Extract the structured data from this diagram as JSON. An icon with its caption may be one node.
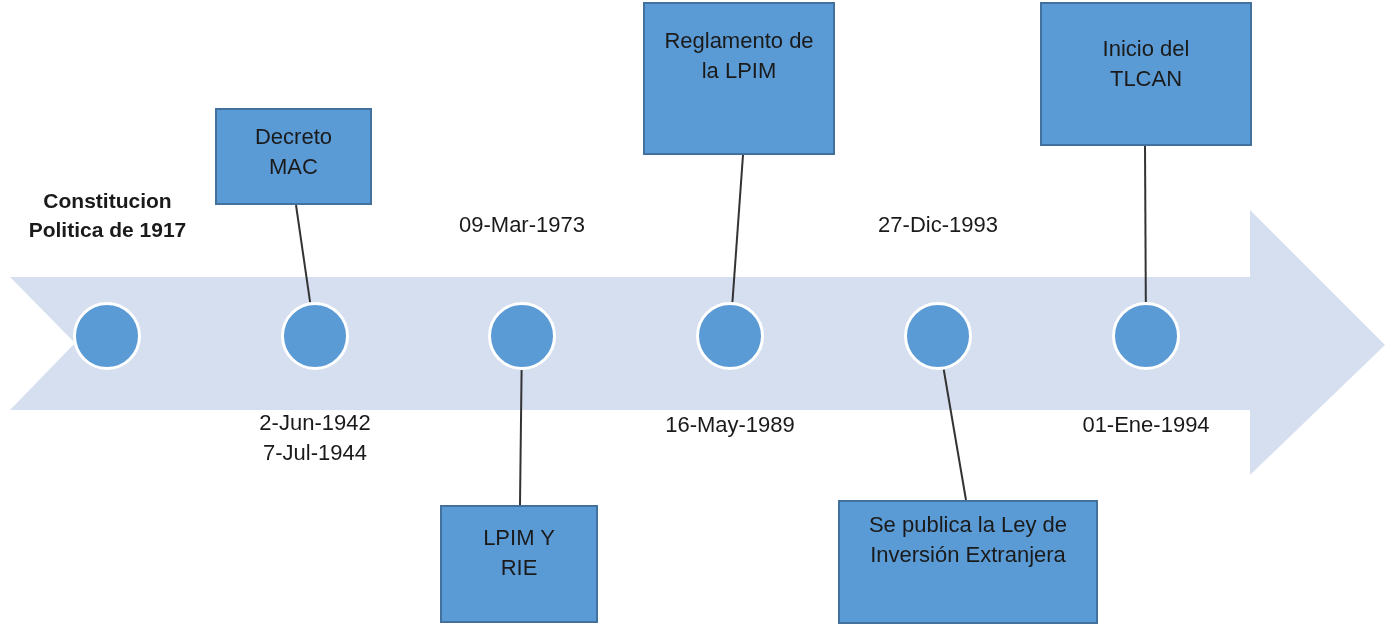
{
  "diagram": {
    "nodes": [
      {
        "text": [],
        "shape": "circle"
      },
      {
        "text": [],
        "shape": "circle",
        "beside": [
          "2-Jun-1942",
          "7-Jul-1944"
        ]
      },
      {
        "text": [],
        "shape": "circle",
        "beside": [
          "09-Mar-1973"
        ]
      },
      {
        "text": [],
        "shape": "circle",
        "beside": [
          "16-May-1989"
        ]
      },
      {
        "text": [],
        "shape": "circle",
        "beside": [
          "27-Dic-1993"
        ]
      },
      {
        "text": [],
        "shape": "circle",
        "beside": [
          "01-Ene-1994"
        ]
      },
      {
        "text": [
          "Decreto MAC"
        ]
      },
      {
        "text": [
          "LPIM Y RIE"
        ]
      },
      {
        "text": [
          "Reglamento de la LPIM"
        ]
      },
      {
        "text": [
          "Se publica la Ley de Inversión Extranjera"
        ]
      },
      {
        "text": [
          "Inicio del TLCAN"
        ]
      }
    ],
    "edges": [
      {
        "from": 6,
        "to": 1,
        "arrow": "none"
      },
      {
        "from": 2,
        "to": 7,
        "arrow": "none"
      },
      {
        "from": 8,
        "to": 3,
        "arrow": "none"
      },
      {
        "from": 4,
        "to": 9,
        "arrow": "none"
      },
      {
        "from": 10,
        "to": 5,
        "arrow": "none"
      }
    ],
    "labels": [
      "Constitucion Politica de 1917"
    ]
  }
}
